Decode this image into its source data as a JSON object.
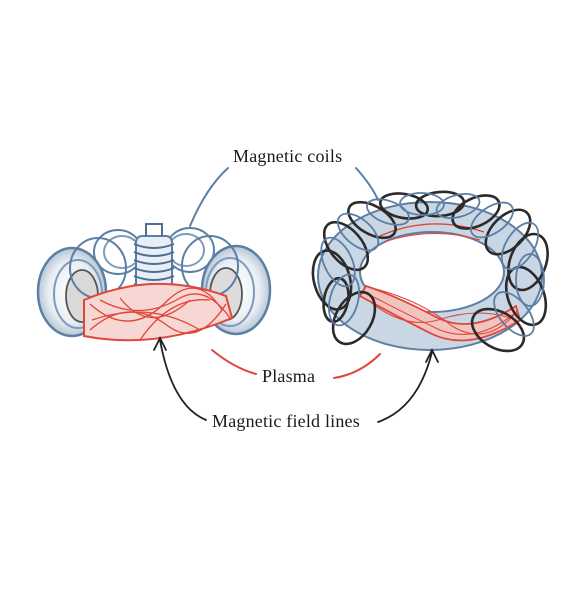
{
  "labels": {
    "magnetic_coils": "Magnetic coils",
    "plasma": "Plasma",
    "magnetic_field_lines": "Magnetic field lines"
  },
  "colors": {
    "background": "#ffffff",
    "coil_blue": "#5c7fa3",
    "coil_dark": "#2b2b2b",
    "coil_grey": "#8a8a8a",
    "plasma_red": "#e0463c",
    "plasma_fill": "#f4c9c4",
    "leader_blue": "#5c7fa3",
    "leader_red": "#e0463c",
    "leader_black": "#222222"
  },
  "icons": [
    "tokamak-drawing",
    "stellarator-drawing"
  ]
}
